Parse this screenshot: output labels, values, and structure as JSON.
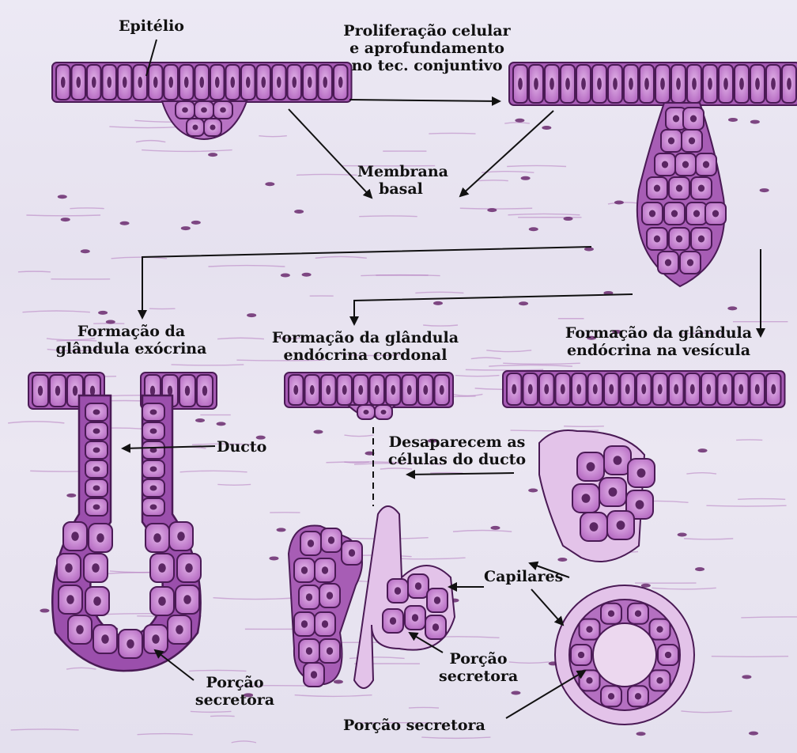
{
  "labels": {
    "epitelio": "Epitélio",
    "proliferacao": [
      "Proliferação celular",
      "e aprofundamento",
      "no tec. conjuntivo"
    ],
    "membrana": [
      "Membrana",
      "basal"
    ],
    "exocrina_title": [
      "Formação da",
      "glândula exócrina"
    ],
    "cordonal_title": [
      "Formação da glândula",
      "endócrina cordonal"
    ],
    "vesicula_title": [
      "Formação da glândula",
      "endócrina na vesícula"
    ],
    "ducto": "Ducto",
    "desaparecem": [
      "Desaparecem as",
      "células do ducto"
    ],
    "capilares": "Capilares",
    "porcao_cordonal": [
      "Porção",
      "secretora"
    ],
    "porcao_exocrina": [
      "Porção",
      "secretora"
    ],
    "porcao_vesicula": "Porção secretora"
  },
  "colors": {
    "cell_fill": "#c98bd2",
    "cell_stroke": "#4a1a55",
    "nucleus": "#5b2663",
    "tissue_line": "#b47cc0",
    "arrow": "#111111",
    "background": "#ebe7f2"
  }
}
